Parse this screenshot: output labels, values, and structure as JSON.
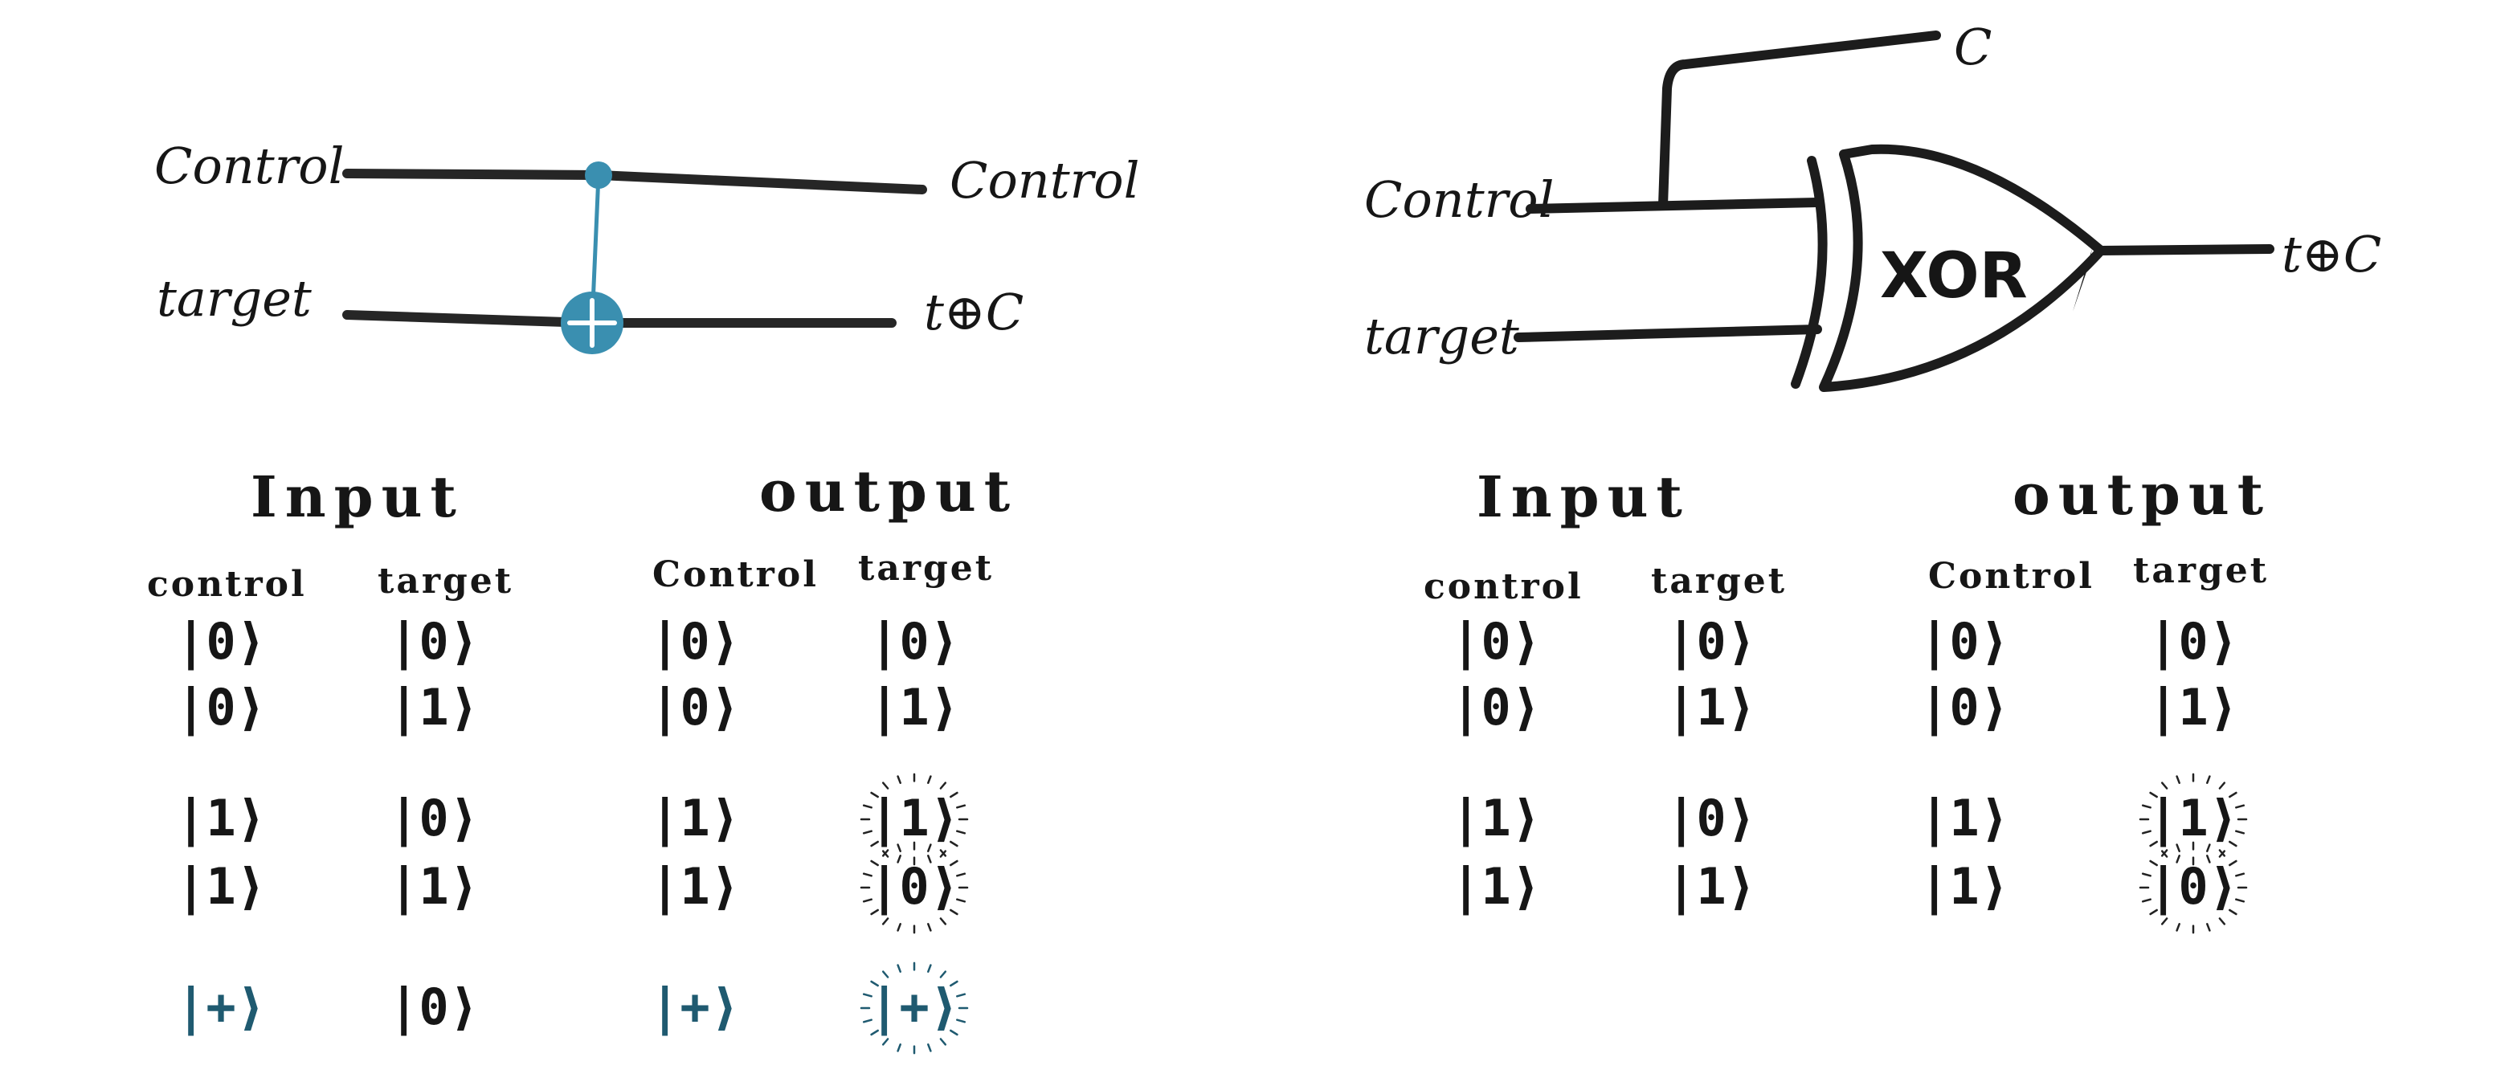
{
  "quantum_circuit": {
    "control_in_label": "Control",
    "control_out_label": "Control",
    "target_in_label": "target",
    "target_out_label": "t⊕C"
  },
  "classical_circuit": {
    "control_in_label": "Control",
    "target_in_label": "target",
    "copy_out_label": "C",
    "output_label": "t⊕C",
    "gate_label": "XOR"
  },
  "quantum_table": {
    "input_heading": "Input",
    "output_heading": "output",
    "columns": [
      "control",
      "target",
      "Control",
      "target"
    ],
    "rows": [
      {
        "in_control": "|0⟩",
        "in_target": "|0⟩",
        "out_control": "|0⟩",
        "out_target": "|0⟩",
        "highlight": false,
        "blue": false
      },
      {
        "in_control": "|0⟩",
        "in_target": "|1⟩",
        "out_control": "|0⟩",
        "out_target": "|1⟩",
        "highlight": false,
        "blue": false
      },
      {
        "in_control": "|1⟩",
        "in_target": "|0⟩",
        "out_control": "|1⟩",
        "out_target": "|1⟩",
        "highlight": true,
        "blue": false
      },
      {
        "in_control": "|1⟩",
        "in_target": "|1⟩",
        "out_control": "|1⟩",
        "out_target": "|0⟩",
        "highlight": true,
        "blue": false
      },
      {
        "in_control": "|+⟩",
        "in_target": "|0⟩",
        "out_control": "|+⟩",
        "out_target": "|+⟩",
        "highlight": true,
        "blue": true
      }
    ]
  },
  "classical_table": {
    "input_heading": "Input",
    "output_heading": "output",
    "columns": [
      "control",
      "target",
      "Control",
      "target"
    ],
    "rows": [
      {
        "in_control": "|0⟩",
        "in_target": "|0⟩",
        "out_control": "|0⟩",
        "out_target": "|0⟩",
        "highlight": false
      },
      {
        "in_control": "|0⟩",
        "in_target": "|1⟩",
        "out_control": "|0⟩",
        "out_target": "|1⟩",
        "highlight": false
      },
      {
        "in_control": "|1⟩",
        "in_target": "|0⟩",
        "out_control": "|1⟩",
        "out_target": "|1⟩",
        "highlight": true
      },
      {
        "in_control": "|1⟩",
        "in_target": "|1⟩",
        "out_control": "|1⟩",
        "out_target": "|0⟩",
        "highlight": true
      }
    ]
  },
  "colors": {
    "ink": "#161616",
    "quantum_accent": "#3a8fb0",
    "superposition_ink": "#1f5a70"
  }
}
